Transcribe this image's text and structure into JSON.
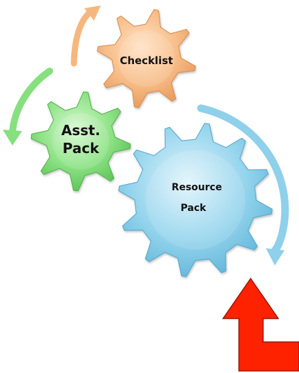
{
  "gears": {
    "checklist": {
      "label": "Checklist",
      "color": "#F6B77F"
    },
    "asst_pack": {
      "line1": "Asst.",
      "line2": "Pack",
      "color": "#86E07E"
    },
    "resource_pack": {
      "line1": "Resource",
      "line2": "Pack",
      "color": "#8FD0EA"
    }
  },
  "arrows": {
    "checklist_arc_color": "#F6B77F",
    "asst_arc_color": "#86E07E",
    "resource_arc_color": "#8FD0EA",
    "big_arrow_color": "#FF2200"
  }
}
